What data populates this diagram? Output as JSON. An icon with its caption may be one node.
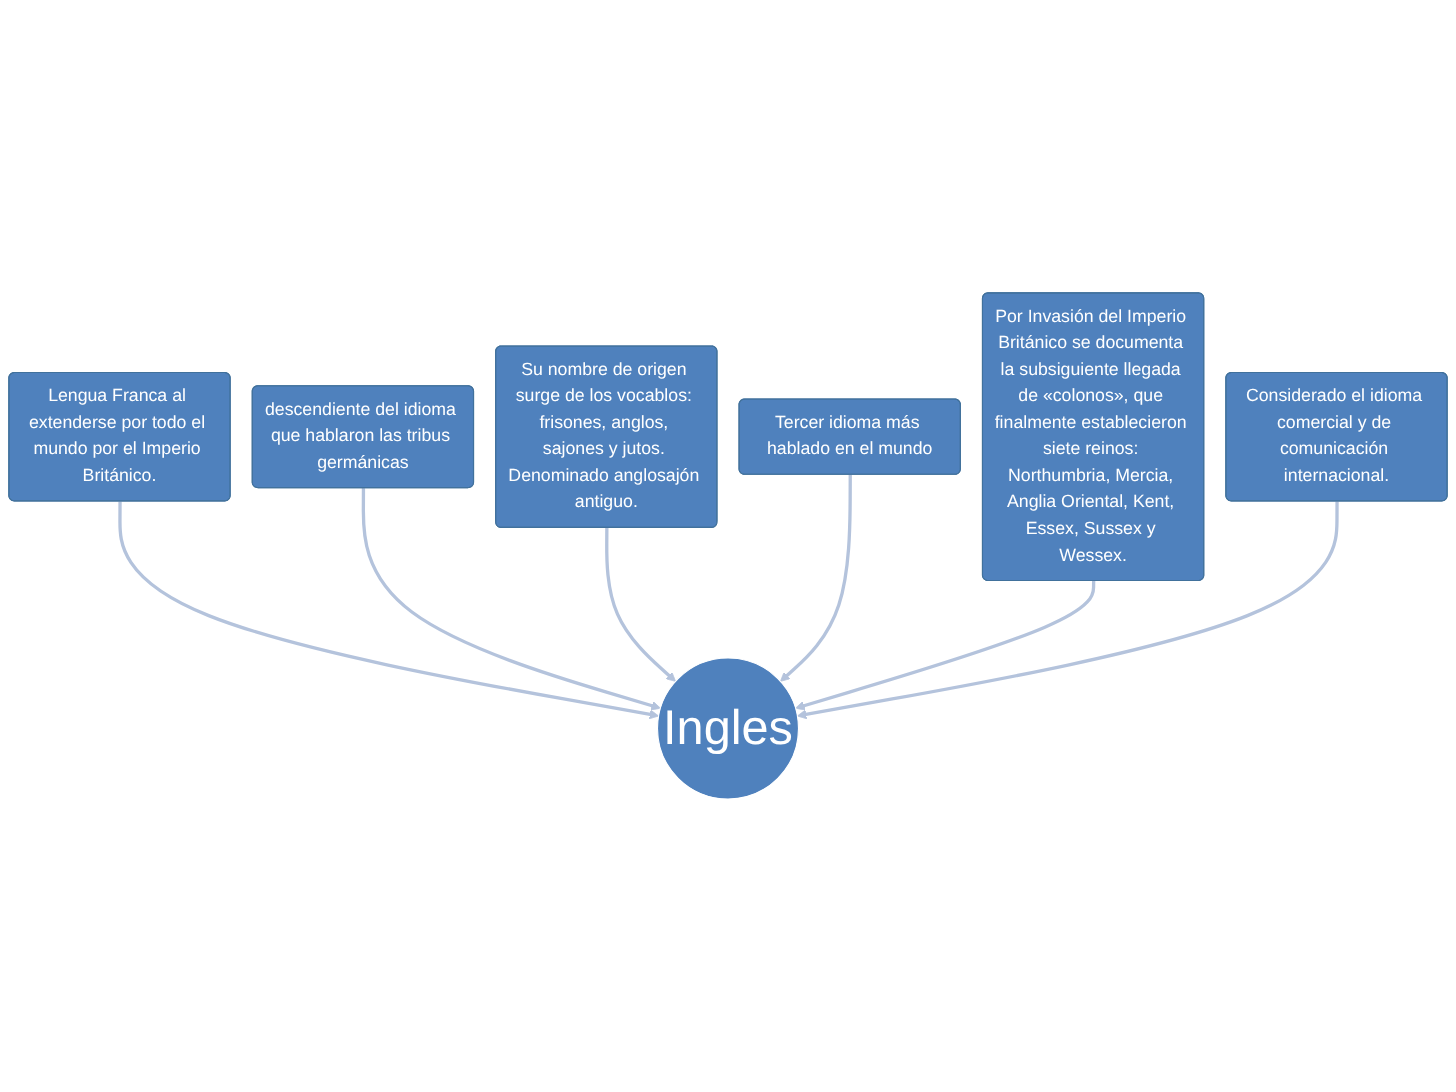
{
  "diagram": {
    "nodes": [
      {
        "text": [
          "Lengua Franca al extenderse por todo el mundo por el Imperio Británico."
        ]
      },
      {
        "text": [
          "descendiente del idioma que hablaron las tribus germánicas"
        ]
      },
      {
        "text": [
          "Su nombre de origen surge de los vocablos: frisones, anglos, sajones y jutos. Denominado anglosajón antiguo."
        ]
      },
      {
        "text": [
          "Tercer idioma más hablado en el mundo"
        ]
      },
      {
        "text": [
          "Por Invasión del Imperio Británico se documenta la subsiguiente llegada de «colonos», que finalmente establecieron siete reinos: Northumbria, Mercia, Anglia Oriental, Kent, Essex, Sussex y Wessex."
        ]
      },
      {
        "text": [
          "Ingles"
        ]
      },
      {
        "text": [
          "Considerado el idioma comercial y de comunicación internacional."
        ]
      }
    ],
    "edges": [
      {
        "from": 0,
        "to": 5,
        "arrow": "to"
      },
      {
        "from": 1,
        "to": 5,
        "arrow": "to"
      },
      {
        "from": 2,
        "to": 5,
        "arrow": "to"
      },
      {
        "from": 3,
        "to": 5,
        "arrow": "to"
      },
      {
        "from": 4,
        "to": 5,
        "arrow": "to"
      },
      {
        "from": 6,
        "to": 5,
        "arrow": "to"
      }
    ]
  }
}
